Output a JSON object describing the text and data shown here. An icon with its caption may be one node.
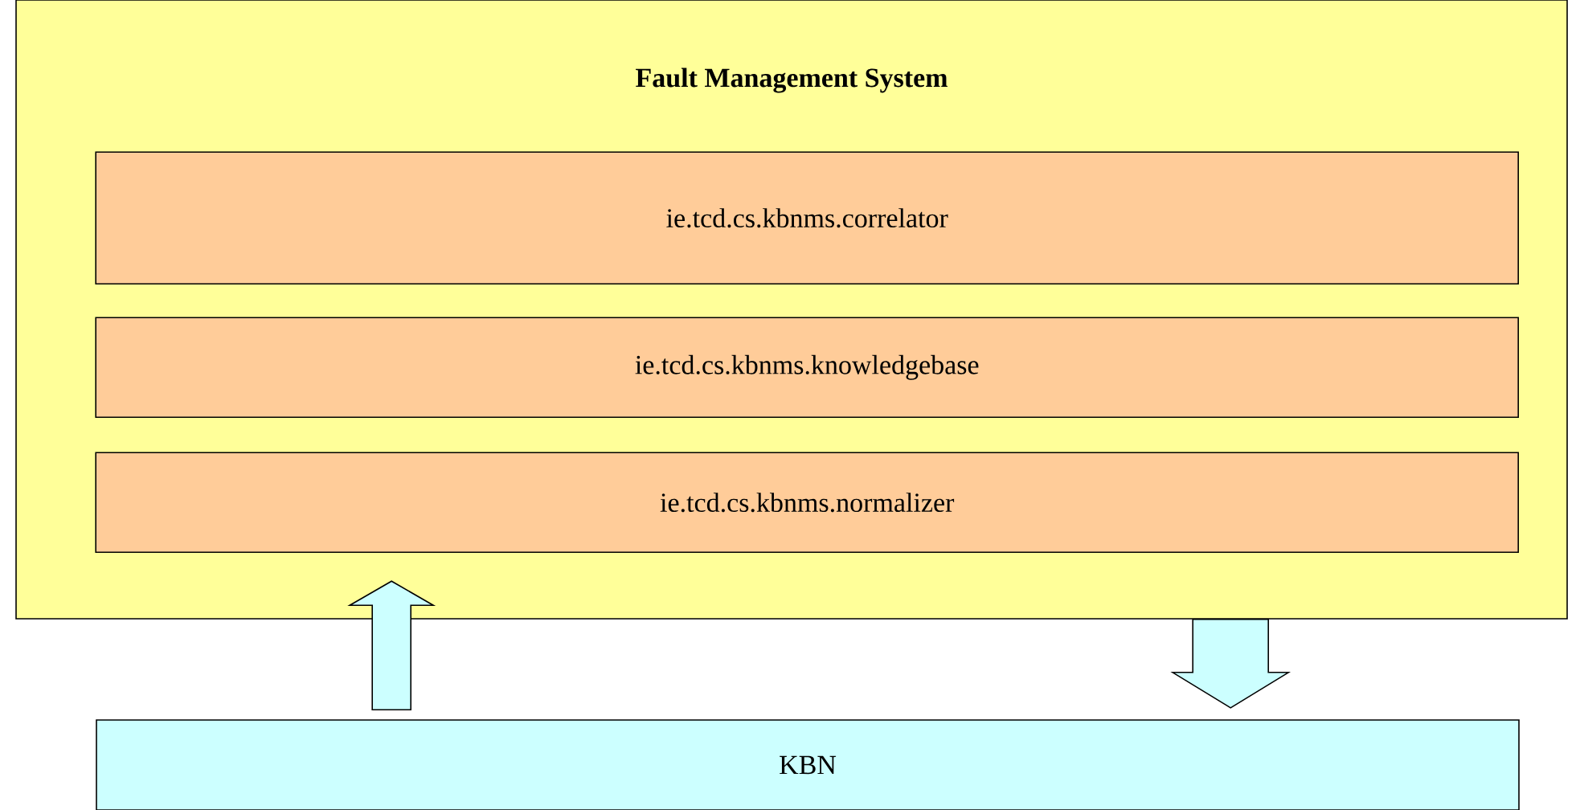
{
  "diagram": {
    "nodes": [
      {
        "text": [
          "Fault Management System"
        ]
      },
      {
        "text": [
          "ie.tcd.cs.kbnms.correlator"
        ],
        "in": 0
      },
      {
        "text": [
          "ie.tcd.cs.kbnms.knowledgebase"
        ],
        "in": 0
      },
      {
        "text": [
          "ie.tcd.cs.kbnms.normalizer"
        ],
        "in": 0
      },
      {
        "text": [
          "KBN"
        ]
      }
    ],
    "edges": [
      {
        "from": 4,
        "to": 0,
        "arrow": "to"
      },
      {
        "from": 0,
        "to": 4,
        "arrow": "to"
      }
    ]
  }
}
